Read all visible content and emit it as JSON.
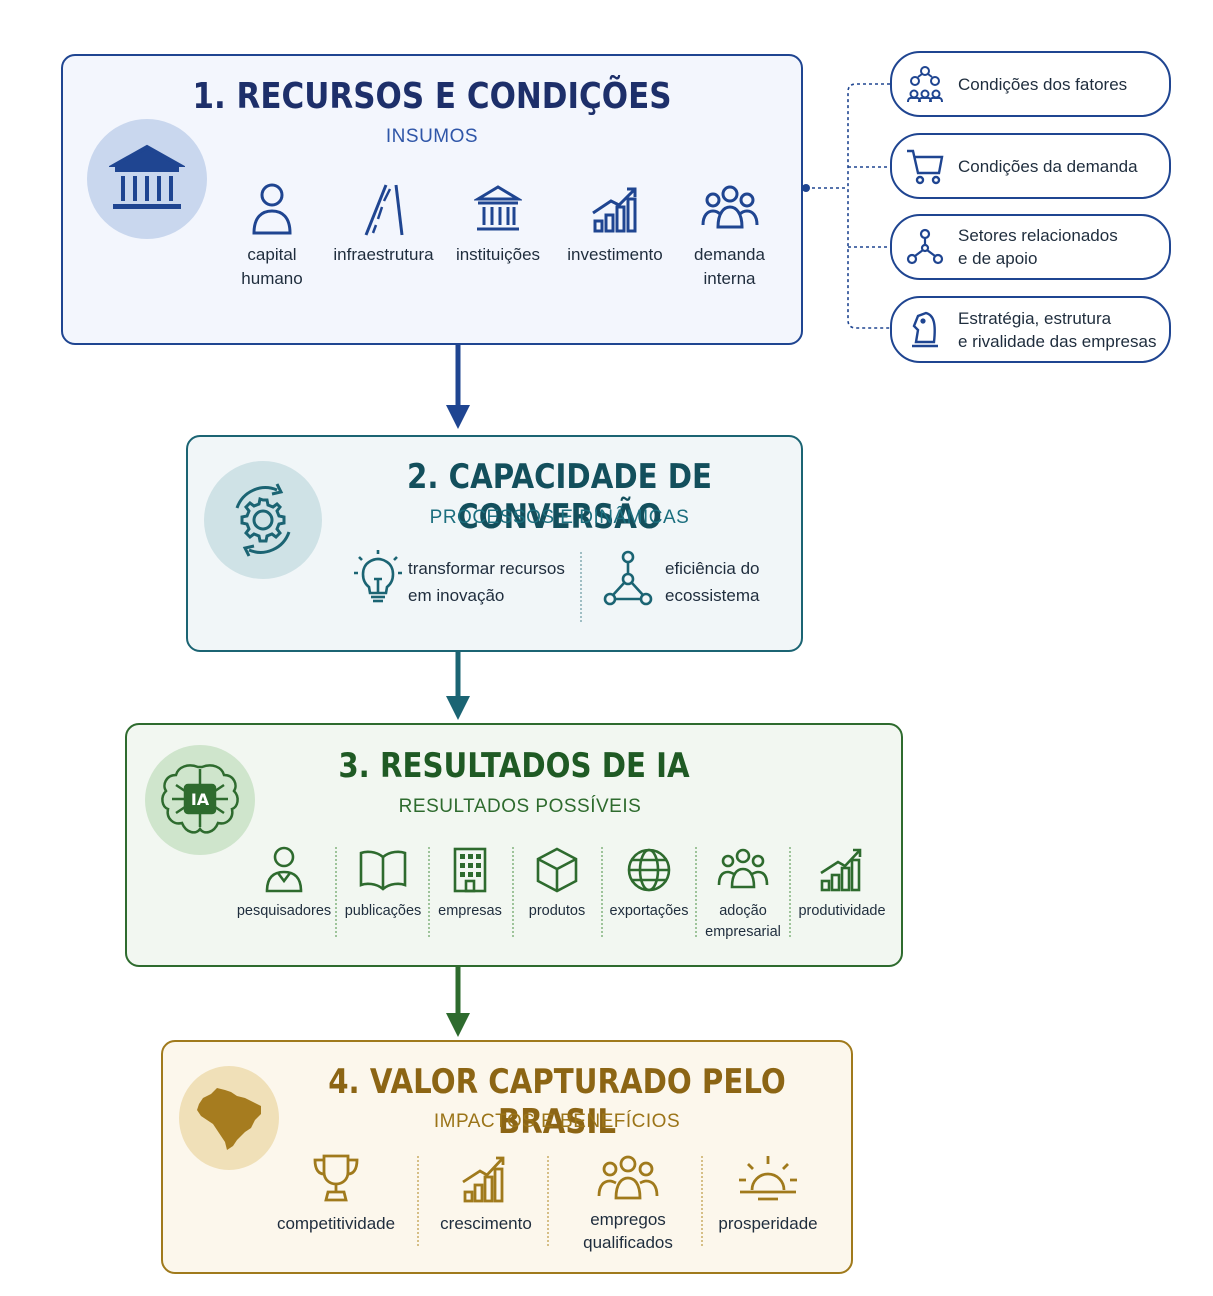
{
  "box1": {
    "title": "1. RECURSOS E CONDIÇÕES",
    "subtitle": "INSUMOS",
    "main_icon": "bank-icon",
    "items": [
      {
        "label": "capital\nhumano",
        "icon": "person-icon"
      },
      {
        "label": "infraestrutura",
        "icon": "road-icon"
      },
      {
        "label": "instituições",
        "icon": "institution-icon"
      },
      {
        "label": "investimento",
        "icon": "growth-chart-icon"
      },
      {
        "label": "demanda\ninterna",
        "icon": "people-group-icon"
      }
    ]
  },
  "conditions": [
    {
      "label": "Condições dos fatores",
      "icon": "people-network-icon"
    },
    {
      "label": "Condições da demanda",
      "icon": "cart-icon"
    },
    {
      "label": "Setores relacionados\ne de apoio",
      "icon": "network-nodes-icon"
    },
    {
      "label": "Estratégia, estrutura\ne rivalidade das empresas",
      "icon": "chess-knight-icon"
    }
  ],
  "box2": {
    "title": "2. CAPACIDADE DE CONVERSÃO",
    "subtitle": "PROCESSOS E DINÂMICAS",
    "main_icon": "gear-cycle-icon",
    "items": [
      {
        "label": "transformar recursos\nem inovação",
        "icon": "lightbulb-icon"
      },
      {
        "label": "eficiência do\necossistema",
        "icon": "network-nodes-icon"
      }
    ]
  },
  "box3": {
    "title": "3. RESULTADOS DE IA",
    "subtitle": "RESULTADOS POSSÍVEIS",
    "main_icon": "ai-brain-icon",
    "main_icon_text": "IA",
    "items": [
      {
        "label": "pesquisadores",
        "icon": "person-icon"
      },
      {
        "label": "publicações",
        "icon": "book-icon"
      },
      {
        "label": "empresas",
        "icon": "building-icon"
      },
      {
        "label": "produtos",
        "icon": "box-icon"
      },
      {
        "label": "exportações",
        "icon": "globe-icon"
      },
      {
        "label": "adoção\nempresarial",
        "icon": "people-group-icon"
      },
      {
        "label": "produtividade",
        "icon": "growth-chart-icon"
      }
    ]
  },
  "box4": {
    "title": "4. VALOR CAPTURADO PELO BRASIL",
    "subtitle": "IMPACTOS E BENEFÍCIOS",
    "main_icon": "brazil-map-icon",
    "items": [
      {
        "label": "competitividade",
        "icon": "trophy-icon"
      },
      {
        "label": "crescimento",
        "icon": "growth-chart-icon"
      },
      {
        "label": "empregos\nqualificados",
        "icon": "people-group-icon"
      },
      {
        "label": "prosperidade",
        "icon": "sunrise-icon"
      }
    ]
  },
  "colors": {
    "blue": "#1f4591",
    "teal": "#1b6473",
    "green": "#2e6b2e",
    "gold": "#a07a1c"
  }
}
